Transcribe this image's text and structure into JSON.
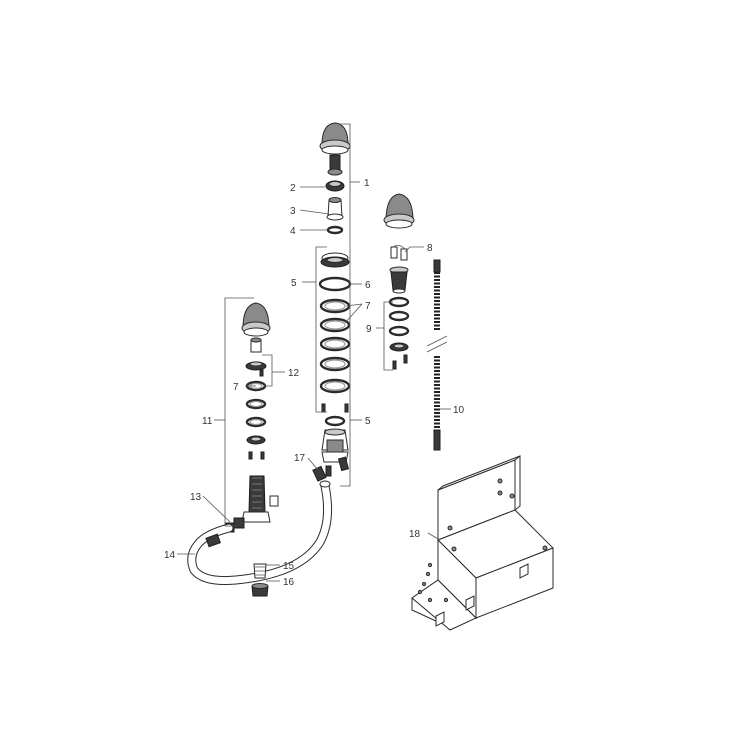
{
  "diagram": {
    "callouts": [
      "1",
      "2",
      "3",
      "4",
      "5",
      "6",
      "7",
      "8",
      "9",
      "10",
      "11",
      "12",
      "7",
      "5",
      "13",
      "14",
      "15",
      "16",
      "17",
      "18"
    ]
  }
}
